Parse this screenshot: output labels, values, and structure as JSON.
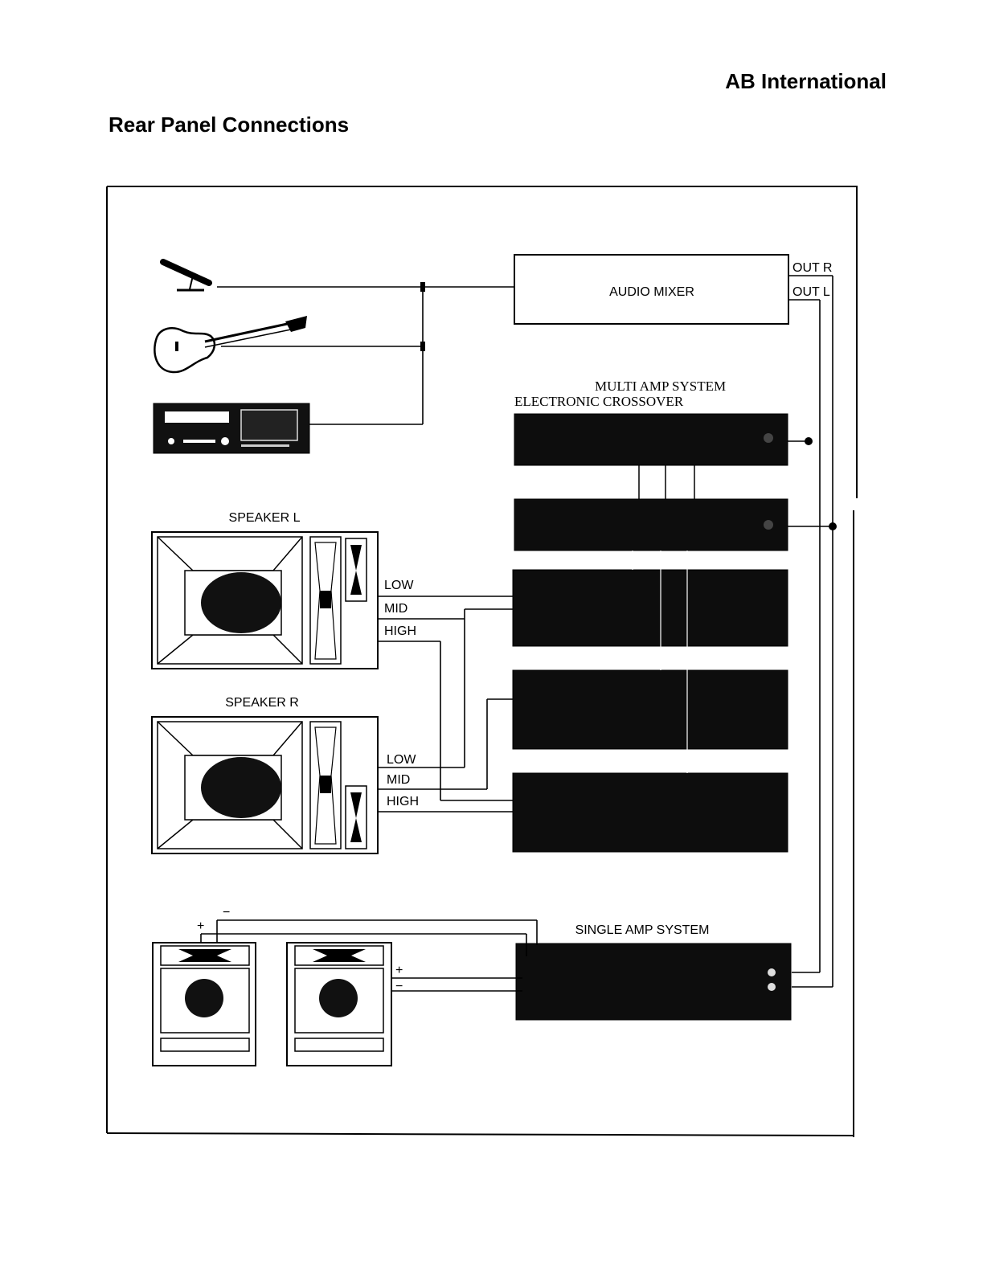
{
  "header": {
    "brand": "AB International",
    "title": "Rear Panel Connections"
  },
  "diagram": {
    "audio_mixer": "AUDIO MIXER",
    "out_r": "OUT R",
    "out_l": "OUT L",
    "multi_amp_title": "MULTI AMP SYSTEM",
    "crossover_title": "ELECTRONIC CROSSOVER",
    "speaker_l": "SPEAKER L",
    "speaker_r": "SPEAKER R",
    "low": "LOW",
    "mid": "MID",
    "high": "HIGH",
    "single_amp_title": "SINGLE AMP SYSTEM",
    "plus": "+",
    "minus": "−"
  }
}
